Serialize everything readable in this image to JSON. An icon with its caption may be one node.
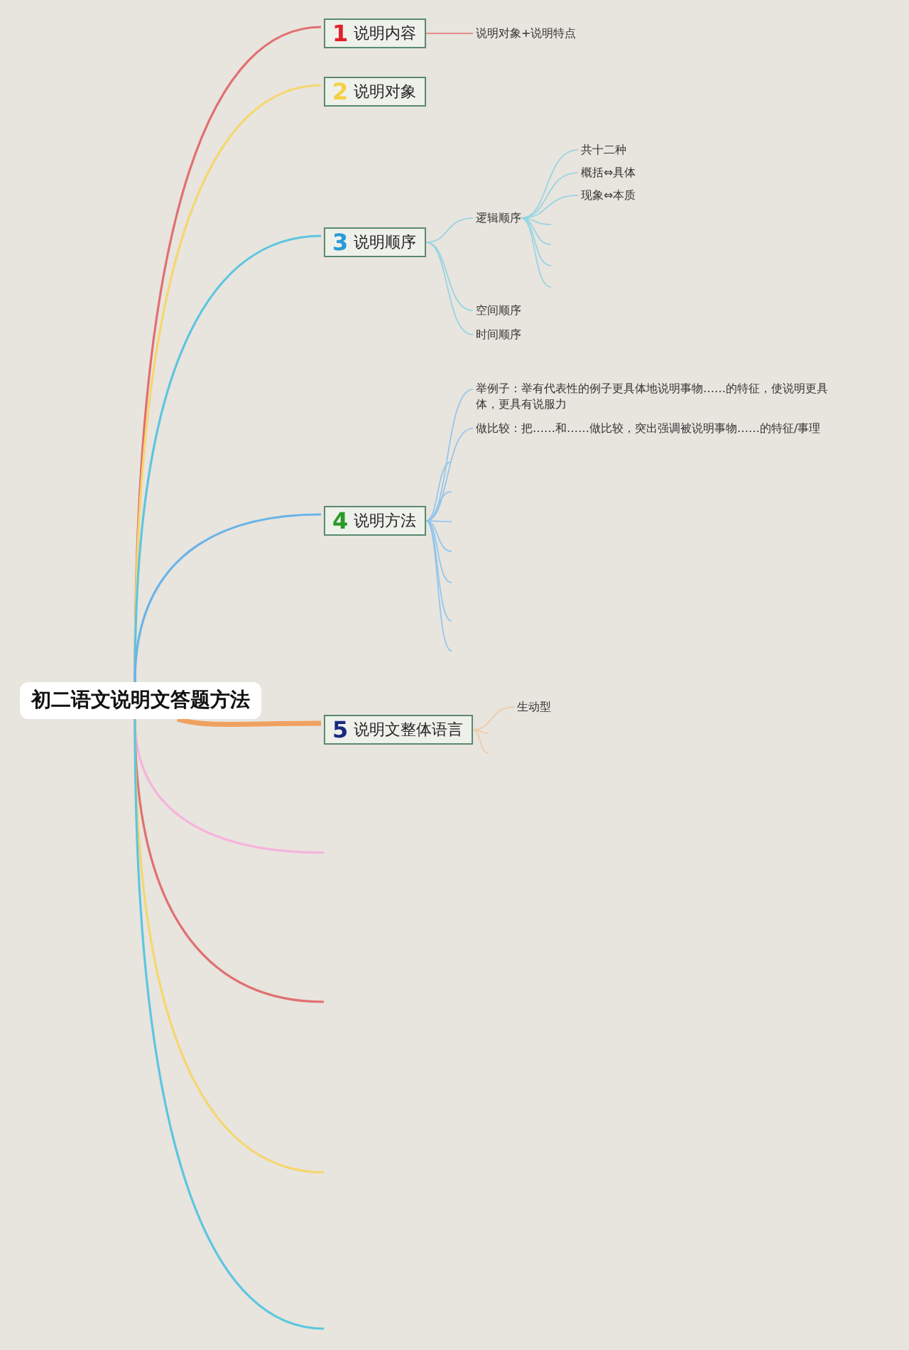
{
  "diagram": {
    "nodes": [
      {
        "text": [
          "初二语文说明文答题方法"
        ]
      },
      {
        "text": [
          "1",
          "说明内容"
        ]
      },
      {
        "text": [
          "2",
          "说明对象"
        ]
      },
      {
        "text": [
          "3",
          "说明顺序"
        ]
      },
      {
        "text": [
          "4",
          "说明方法"
        ]
      },
      {
        "text": [
          "5",
          "说明文整体语言"
        ]
      },
      {
        "text": [
          "说明对象+说明特点"
        ]
      },
      {
        "text": [
          "逻辑顺序"
        ]
      },
      {
        "text": [
          "共十二种"
        ]
      },
      {
        "text": [
          "概括⇔具体"
        ]
      },
      {
        "text": [
          "现象⇔本质"
        ]
      },
      {
        "text": [
          "空间顺序"
        ]
      },
      {
        "text": [
          "时间顺序"
        ]
      },
      {
        "text": [
          "举例子：举有代表性的例子更具体地说明事物……的特征，使说明更具体，更具有说服力"
        ]
      },
      {
        "text": [
          "做比较：把……和……做比较，突出强调被说明事物……的特征/事理"
        ]
      },
      {
        "text": [
          "生动型"
        ]
      }
    ],
    "edges": [
      {
        "from": 0,
        "to": 1,
        "arrow": "none",
        "color": "#e07070"
      },
      {
        "from": 0,
        "to": 2,
        "arrow": "none",
        "color": "#f5d76e"
      },
      {
        "from": 0,
        "to": 3,
        "arrow": "none",
        "color": "#5cc6e0"
      },
      {
        "from": 0,
        "to": 4,
        "arrow": "none",
        "color": "#6ab4e8"
      },
      {
        "from": 0,
        "to": 5,
        "arrow": "none",
        "color": "#f0a060",
        "style": "thick"
      },
      {
        "from": 0,
        "to": null,
        "arrow": "none",
        "color": "#f5b4dc"
      },
      {
        "from": 0,
        "to": null,
        "arrow": "none",
        "color": "#e07070"
      },
      {
        "from": 0,
        "to": null,
        "arrow": "none",
        "color": "#f5d76e"
      },
      {
        "from": 0,
        "to": null,
        "arrow": "none",
        "color": "#5cc6e0"
      },
      {
        "from": 1,
        "to": 6,
        "arrow": "none",
        "color": "#e07070"
      },
      {
        "from": 3,
        "to": 7,
        "arrow": "none",
        "color": "#8fd4e4"
      },
      {
        "from": 3,
        "to": 11,
        "arrow": "none",
        "color": "#8fd4e4"
      },
      {
        "from": 3,
        "to": 12,
        "arrow": "none",
        "color": "#8fd4e4"
      },
      {
        "from": 7,
        "to": 8,
        "arrow": "none",
        "color": "#8fd4e4"
      },
      {
        "from": 7,
        "to": 9,
        "arrow": "none",
        "color": "#8fd4e4"
      },
      {
        "from": 7,
        "to": 10,
        "arrow": "none",
        "color": "#8fd4e4"
      },
      {
        "from": 7,
        "to": null,
        "arrow": "none",
        "color": "#8fd4e4"
      },
      {
        "from": 7,
        "to": null,
        "arrow": "none",
        "color": "#8fd4e4"
      },
      {
        "from": 7,
        "to": null,
        "arrow": "none",
        "color": "#8fd4e4"
      },
      {
        "from": 7,
        "to": null,
        "arrow": "none",
        "color": "#8fd4e4"
      },
      {
        "from": 4,
        "to": 13,
        "arrow": "none",
        "color": "#8cc4ee"
      },
      {
        "from": 4,
        "to": 14,
        "arrow": "none",
        "color": "#8cc4ee"
      },
      {
        "from": 4,
        "to": null,
        "arrow": "none",
        "color": "#8cc4ee"
      },
      {
        "from": 4,
        "to": null,
        "arrow": "none",
        "color": "#8cc4ee"
      },
      {
        "from": 4,
        "to": null,
        "arrow": "none",
        "color": "#8cc4ee"
      },
      {
        "from": 4,
        "to": null,
        "arrow": "none",
        "color": "#8cc4ee"
      },
      {
        "from": 4,
        "to": null,
        "arrow": "none",
        "color": "#8cc4ee"
      },
      {
        "from": 4,
        "to": null,
        "arrow": "none",
        "color": "#8cc4ee"
      },
      {
        "from": 4,
        "to": null,
        "arrow": "none",
        "color": "#8cc4ee"
      },
      {
        "from": 5,
        "to": 15,
        "arrow": "none",
        "color": "#f0c8a0"
      },
      {
        "from": 5,
        "to": null,
        "arrow": "none",
        "color": "#f0c8a0"
      },
      {
        "from": 5,
        "to": null,
        "arrow": "none",
        "color": "#f0c8a0"
      }
    ]
  }
}
